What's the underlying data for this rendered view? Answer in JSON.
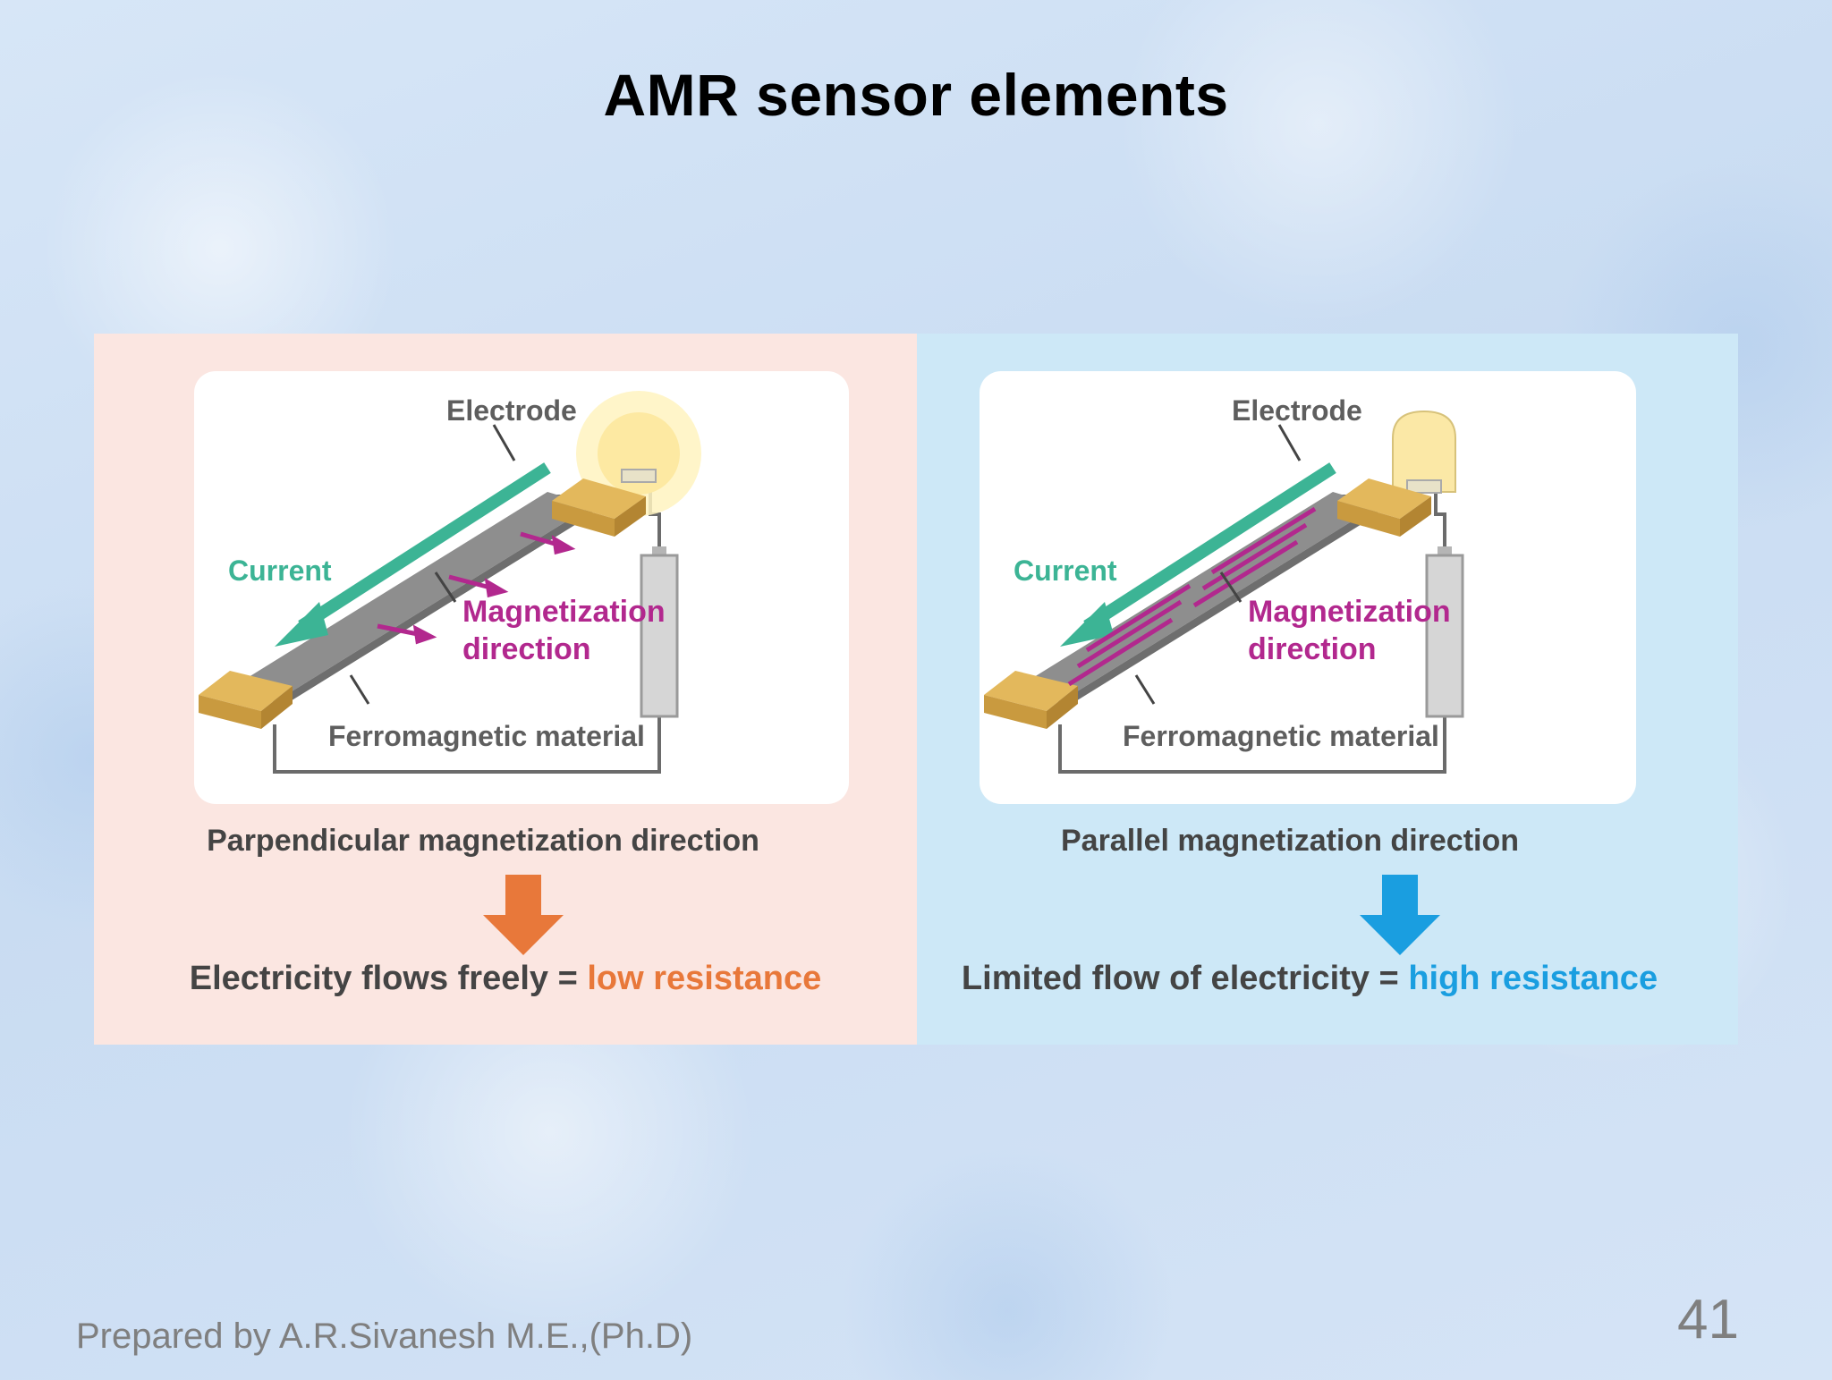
{
  "slide": {
    "title": "AMR sensor elements",
    "footer": "Prepared by A.R.Sivanesh M.E.,(Ph.D)",
    "page_number": "41"
  },
  "left_panel": {
    "electrode_label": "Electrode",
    "current_label": "Current",
    "magnetization_line1": "Magnetization",
    "magnetization_line2": "direction",
    "ferromagnetic_label": "Ferromagnetic material",
    "caption": "Parpendicular magnetization direction",
    "result_prefix": "Electricity flows freely =",
    "result_value": "low resistance"
  },
  "right_panel": {
    "electrode_label": "Electrode",
    "current_label": "Current",
    "magnetization_line1": "Magnetization",
    "magnetization_line2": "direction",
    "ferromagnetic_label": "Ferromagnetic material",
    "caption": "Parallel magnetization direction",
    "result_prefix": "Limited flow of electricity =",
    "result_value": "high resistance"
  },
  "colors": {
    "left_background": "#fbe6e1",
    "right_background": "#cde8f7",
    "current_arrow": "#3cb495",
    "magnetization": "#b2288e",
    "low_resistance": "#e8783a",
    "high_resistance": "#1a9ee0"
  }
}
